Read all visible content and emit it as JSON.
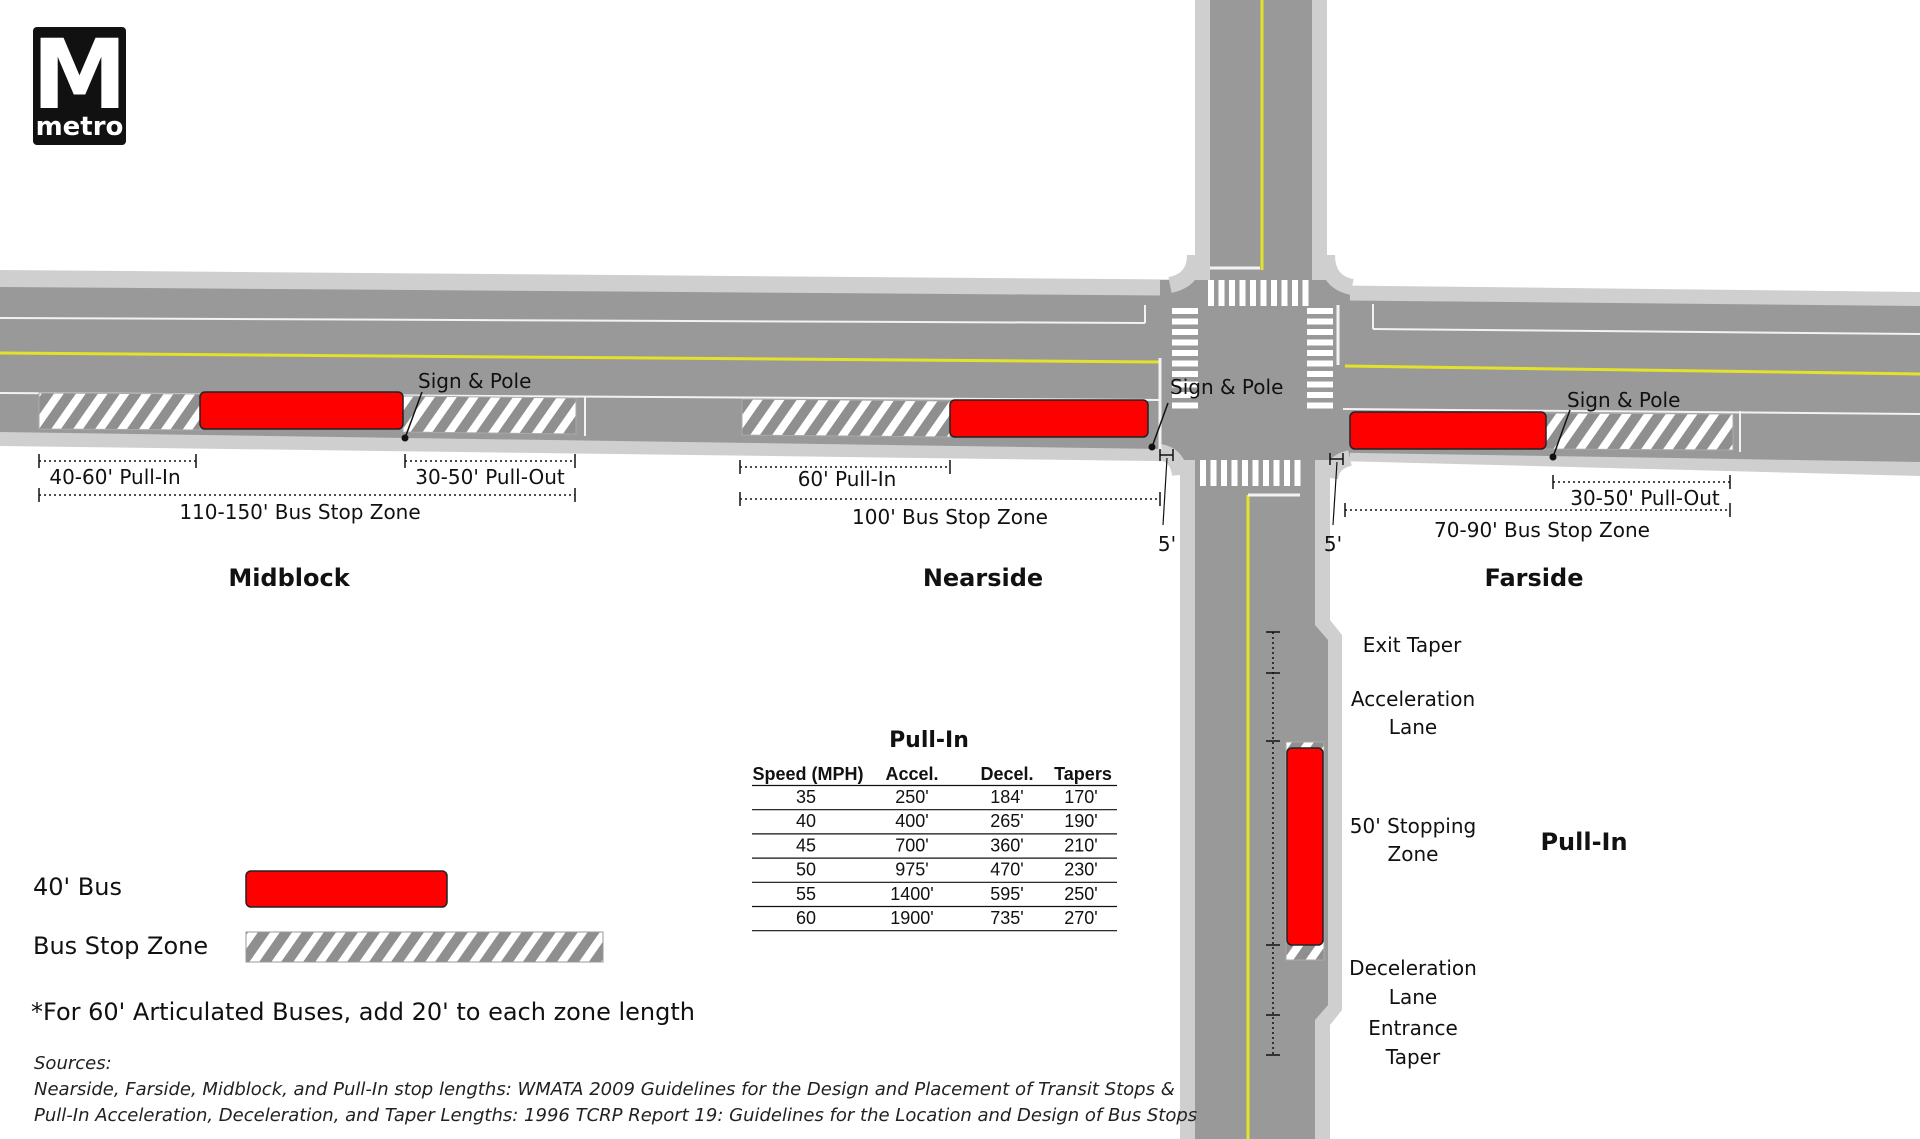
{
  "logo": {
    "letter": "M",
    "word": "metro"
  },
  "colors": {
    "bus": "#ff0000",
    "road": "#999999",
    "sidewalk": "#cfcfcf",
    "centerline": "#e2e22a",
    "zone": "#8f8f8f"
  },
  "midblock": {
    "title": "Midblock",
    "sign": "Sign & Pole",
    "pull_in": "40-60' Pull-In",
    "pull_out": "30-50' Pull-Out",
    "zone": "110-150' Bus Stop Zone"
  },
  "nearside": {
    "title": "Nearside",
    "sign": "Sign & Pole",
    "pull_in": "60' Pull-In",
    "zone": "100' Bus Stop Zone",
    "offset": "5'"
  },
  "farside": {
    "title": "Farside",
    "sign": "Sign & Pole",
    "pull_out": "30-50' Pull-Out",
    "zone": "70-90' Bus Stop Zone",
    "offset": "5'"
  },
  "pullin_diagram": {
    "title": "Pull-In",
    "exit_taper": "Exit Taper",
    "accel_1": "Acceleration",
    "accel_2": "Lane",
    "stop_1": "50' Stopping",
    "stop_2": "Zone",
    "decel_1": "Deceleration",
    "decel_2": "Lane",
    "entrance_1": "Entrance",
    "entrance_2": "Taper"
  },
  "table": {
    "title": "Pull-In",
    "headers": [
      "Speed (MPH)",
      "Accel.",
      "Decel.",
      "Tapers"
    ],
    "rows": [
      [
        "35",
        "250'",
        "184'",
        "170'"
      ],
      [
        "40",
        "400'",
        "265'",
        "190'"
      ],
      [
        "45",
        "700'",
        "360'",
        "210'"
      ],
      [
        "50",
        "975'",
        "470'",
        "230'"
      ],
      [
        "55",
        "1400'",
        "595'",
        "250'"
      ],
      [
        "60",
        "1900'",
        "735'",
        "270'"
      ]
    ]
  },
  "legend": {
    "bus": "40' Bus",
    "zone": "Bus Stop Zone",
    "note": "*For 60' Articulated Buses, add 20' to each zone length"
  },
  "sources": {
    "heading": "Sources:",
    "line1": "Nearside, Farside, Midblock, and Pull-In stop lengths: WMATA 2009 Guidelines for the Design and Placement of Transit Stops &",
    "line2": "Pull-In Acceleration, Deceleration, and Taper Lengths: 1996 TCRP Report 19: Guidelines for the Location and Design of Bus Stops"
  }
}
